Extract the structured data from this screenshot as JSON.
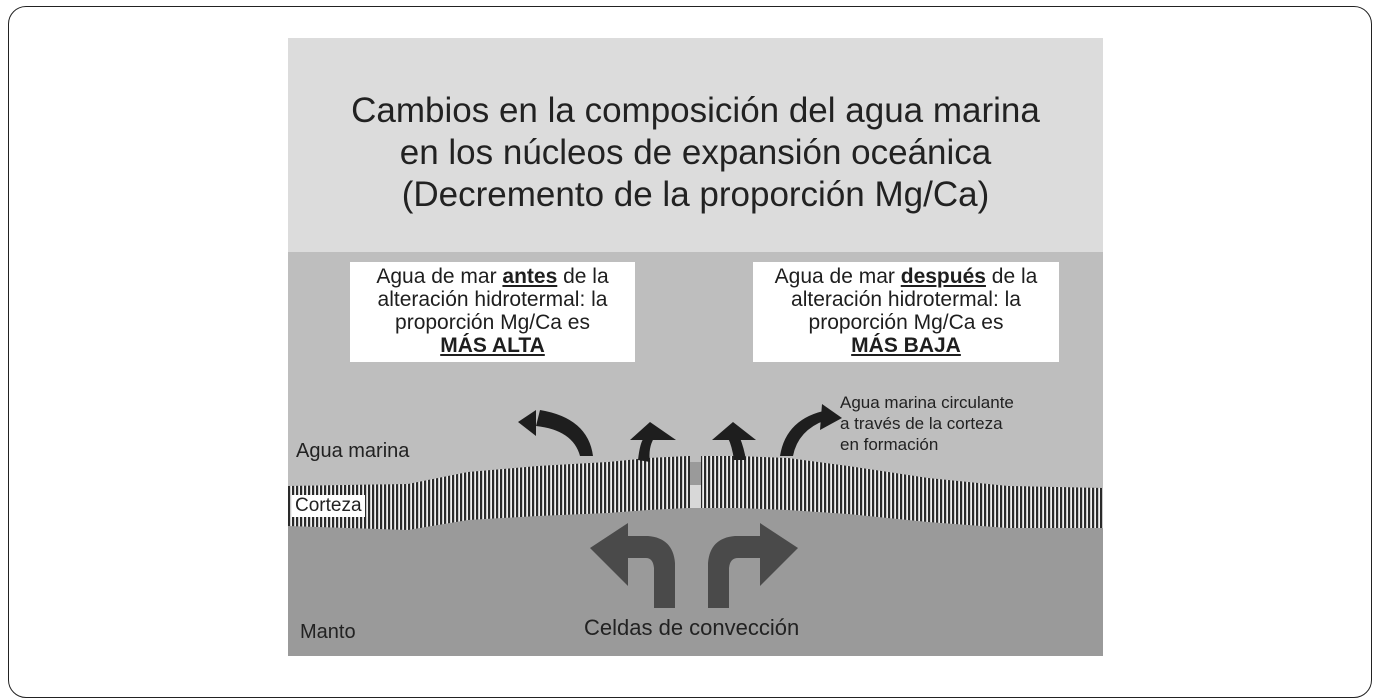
{
  "title": {
    "line1": "Cambios en la composición del agua marina",
    "line2": "en los núcleos de expansión oceánica",
    "line3": "(Decremento de la proporción Mg/Ca)"
  },
  "box_before": {
    "prefix": "Agua de mar ",
    "keyword": "antes",
    "suffix": " de la",
    "line2": "alteración hidrotermal: la",
    "line3": "proporción Mg/Ca es",
    "emphasis": "MÁS ALTA"
  },
  "box_after": {
    "prefix": "Agua de mar ",
    "keyword": "después",
    "suffix": " de la",
    "line2": "alteración hidrotermal: la",
    "line3": "proporción Mg/Ca es",
    "emphasis": "MÁS BAJA"
  },
  "labels": {
    "seawater": "Agua marina",
    "crust": "Corteza",
    "mantle": "Manto",
    "convection": "Celdas de convección",
    "circulating_line1": "Agua marina circulante",
    "circulating_line2": "a través de la corteza",
    "circulating_line3": "en formación"
  },
  "colors": {
    "title_band": "#dcdcdc",
    "sea": "#bebebe",
    "mantle": "#9a9a9a",
    "crust_stripe": "#2a2a2a",
    "arrow_dark": "#1e1e1e",
    "arrow_mantle": "#4a4a4a"
  },
  "icons": {
    "seawater_arrows": "curved-up-arrow",
    "convection_arrows": "curved-down-arrow"
  }
}
